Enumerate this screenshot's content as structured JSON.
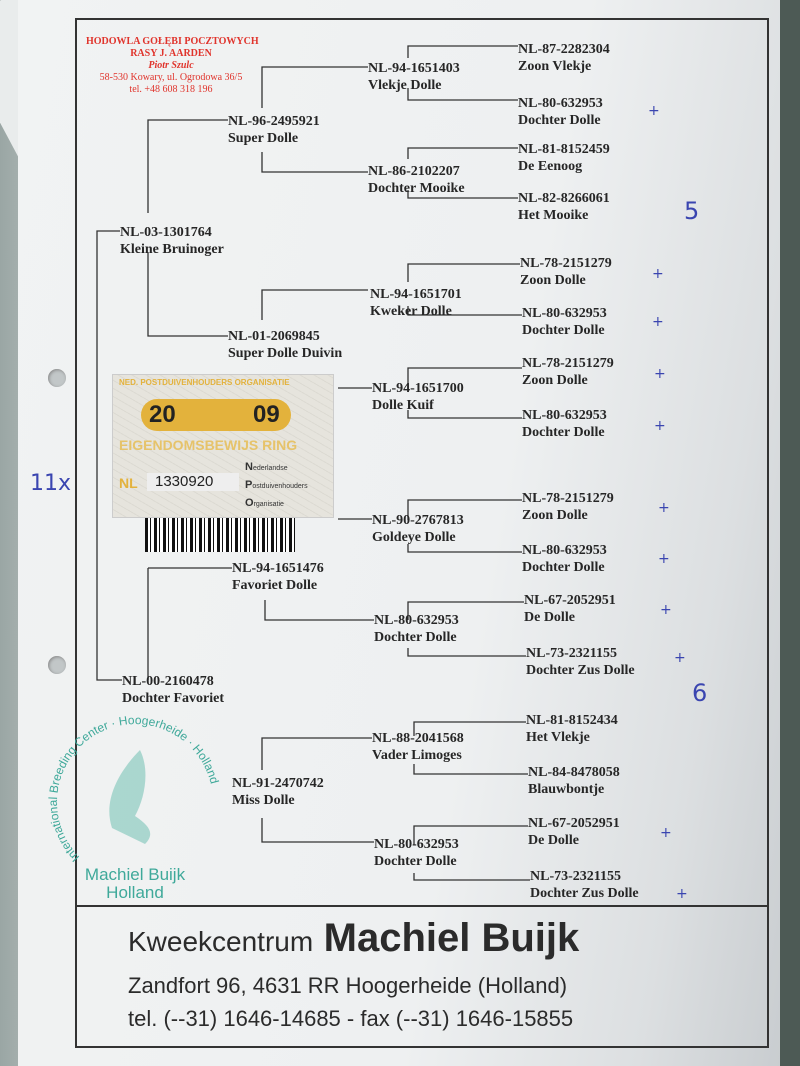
{
  "breeder_stamp": {
    "lines": [
      "HODOWLA GOŁĘBI POCZTOWYCH",
      "RASY J. AARDEN",
      "Piotr Szulc",
      "58-530 Kowary, ul. Ogrodowa 36/5",
      "tel. +48 608 318 196"
    ]
  },
  "ring_card": {
    "header": "NED. POSTDUIVENHOUDERS ORGANISATIE",
    "year_left": "20",
    "year_right": "09",
    "title": "EIGENDOMSBEWIJS RING",
    "country": "NL",
    "ring_number": "1330920",
    "org_letters": [
      "N",
      "P",
      "O"
    ],
    "org_words": [
      "ederlandse",
      "ostduivenhouders",
      "rganisatie"
    ]
  },
  "pedigree": {
    "nodes": [
      {
        "ring": "NL-03-1301764",
        "name": "Kleine Bruinoger"
      },
      {
        "ring": "NL-00-2160478",
        "name": "Dochter Favoriet"
      },
      {
        "ring": "NL-96-2495921",
        "name": "Super Dolle"
      },
      {
        "ring": "NL-01-2069845",
        "name": "Super Dolle Duivin"
      },
      {
        "ring": "NL-94-1651476",
        "name": "Favoriet Dolle"
      },
      {
        "ring": "NL-91-2470742",
        "name": "Miss Dolle"
      },
      {
        "ring": "NL-94-1651403",
        "name": "Vlekje Dolle"
      },
      {
        "ring": "NL-86-2102207",
        "name": "Dochter Mooike"
      },
      {
        "ring": "NL-94-1651701",
        "name": "Kweker Dolle"
      },
      {
        "ring": "NL-94-1651700",
        "name": "Dolle Kuif"
      },
      {
        "ring": "NL-90-2767813",
        "name": "Goldeye Dolle"
      },
      {
        "ring": "NL-80-632953",
        "name": "Dochter Dolle"
      },
      {
        "ring": "NL-88-2041568",
        "name": "Vader Limoges"
      },
      {
        "ring": "NL-80-632953",
        "name": "Dochter Dolle"
      },
      {
        "ring": "NL-87-2282304",
        "name": "Zoon Vlekje"
      },
      {
        "ring": "NL-80-632953",
        "name": "Dochter Dolle"
      },
      {
        "ring": "NL-81-8152459",
        "name": "De Eenoog"
      },
      {
        "ring": "NL-82-8266061",
        "name": "Het Mooike"
      },
      {
        "ring": "NL-78-2151279",
        "name": "Zoon Dolle"
      },
      {
        "ring": "NL-80-632953",
        "name": "Dochter Dolle"
      },
      {
        "ring": "NL-78-2151279",
        "name": "Zoon Dolle"
      },
      {
        "ring": "NL-80-632953",
        "name": "Dochter Dolle"
      },
      {
        "ring": "NL-78-2151279",
        "name": "Zoon Dolle"
      },
      {
        "ring": "NL-80-632953",
        "name": "Dochter Dolle"
      },
      {
        "ring": "NL-67-2052951",
        "name": "De Dolle"
      },
      {
        "ring": "NL-73-2321155",
        "name": "Dochter Zus Dolle"
      },
      {
        "ring": "NL-81-8152434",
        "name": "Het Vlekje"
      },
      {
        "ring": "NL-84-8478058",
        "name": "Blauwbontje"
      },
      {
        "ring": "NL-67-2052951",
        "name": "De Dolle"
      },
      {
        "ring": "NL-73-2321155",
        "name": "Dochter Zus Dolle"
      }
    ]
  },
  "handwriting": {
    "count_left": "11x",
    "mark_five": "5",
    "mark_six": "6",
    "cross": "+"
  },
  "seal": {
    "arc_top": "International Breeding Center · Hoogerheide · Holland",
    "name": "Machiel Buijk",
    "country": "Holland"
  },
  "footer": {
    "prefix": "Kweekcentrum",
    "name": "Machiel Buijk",
    "address": "Zandfort 96,  4631 RR Hoogerheide (Holland)",
    "contact": "tel. (--31) 1646-14685  -  fax (--31) 1646-15855"
  },
  "colors": {
    "stamp_red": "#e0342c",
    "seal_teal": "#3fa99a",
    "ink_blue": "#3a45b0",
    "ring_gold": "#e3b23c"
  }
}
